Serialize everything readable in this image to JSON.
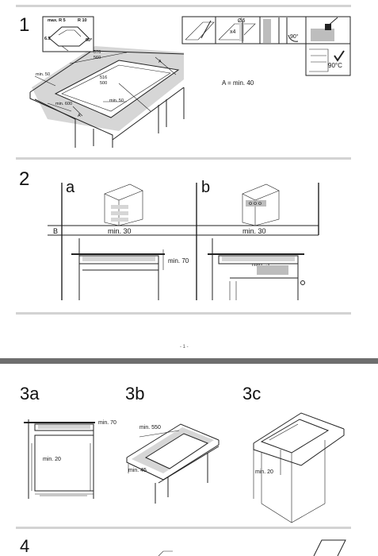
{
  "page1": {
    "page_number": "- 1 -",
    "step1": {
      "number": "1",
      "detail_labels": {
        "max_r": "max. R 5",
        "r10": "R 10",
        "dim_65": "6.5",
        "angle_90": "90°"
      },
      "cutout_labels": {
        "w576": "576",
        "w560": "560",
        "d516": "516",
        "d500": "500",
        "min50_left": "min. 50",
        "min50_front": "min. 50",
        "min600": "min. 600",
        "a_top": "A",
        "a_front": "A"
      },
      "tool_labels": {
        "drill": "Ø6",
        "count": "x4",
        "angle": "90°",
        "seal": "90°C"
      },
      "a_note": "A = min. 40"
    },
    "step2": {
      "number": "2",
      "col_a": "a",
      "col_b": "b",
      "row_b": "B",
      "min30_a": "min. 30",
      "min30_b": "min. 30",
      "min70": "min. 70",
      "min5": "min. 5"
    }
  },
  "page2": {
    "step3a": {
      "label": "3a",
      "min70": "min. 70",
      "min20": "min. 20"
    },
    "step3b": {
      "label": "3b",
      "min550": "min. 550",
      "min45": "min. 45"
    },
    "step3c": {
      "label": "3c",
      "min20": "min. 20"
    },
    "step4": {
      "label": "4"
    }
  }
}
